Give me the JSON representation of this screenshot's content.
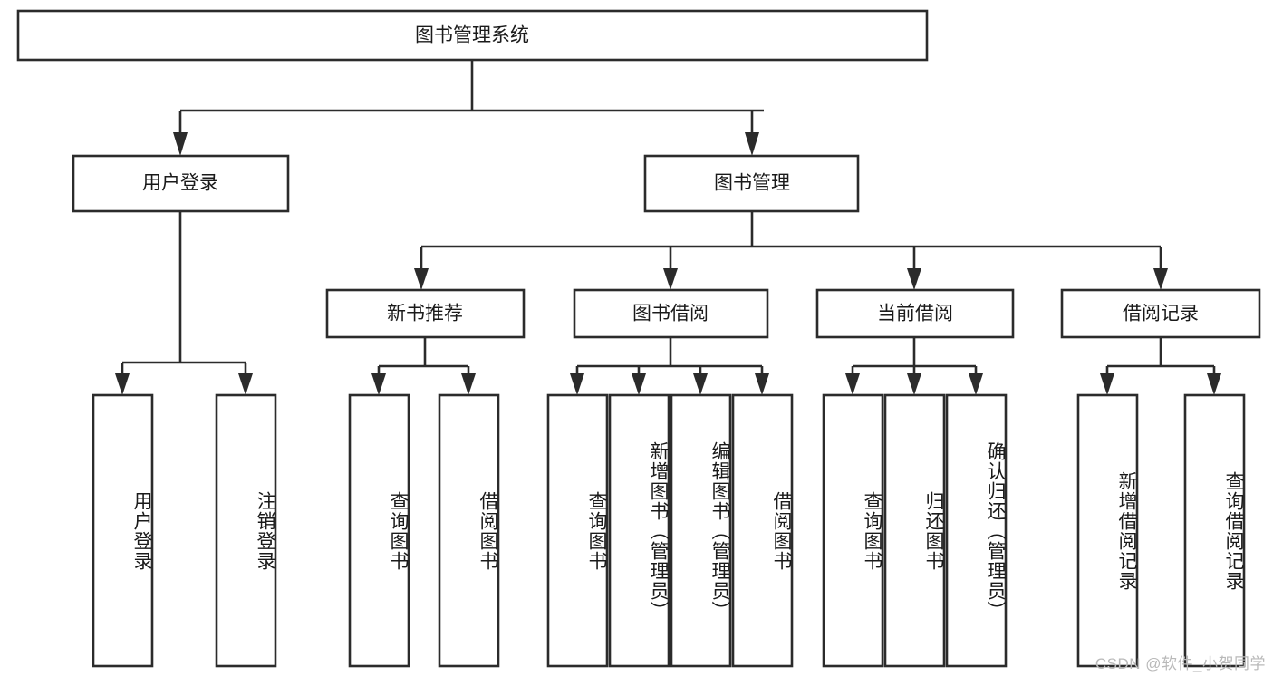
{
  "diagram": {
    "type": "hierarchy-tree",
    "title": "图书管理系统",
    "orientation": "top-down",
    "watermark": "CSDN @软件_小贺同学",
    "colors": {
      "stroke": "#2b2b2b",
      "fill": "#ffffff",
      "text": "#1a1a1a",
      "watermark": "#b9b9b9"
    },
    "root": {
      "label": "图书管理系统"
    },
    "level2": [
      {
        "label": "用户登录"
      },
      {
        "label": "图书管理"
      }
    ],
    "level3": [
      {
        "label": "新书推荐"
      },
      {
        "label": "图书借阅"
      },
      {
        "label": "当前借阅"
      },
      {
        "label": "借阅记录"
      }
    ],
    "leaves": {
      "user_login": [
        {
          "label": "用户登录"
        },
        {
          "label": "注销登录"
        }
      ],
      "new_book_recommend": [
        {
          "label": "查询图书"
        },
        {
          "label": "借阅图书"
        }
      ],
      "book_borrow": [
        {
          "label": "查询图书"
        },
        {
          "label": "新增图书（管理员）"
        },
        {
          "label": "编辑图书（管理员）"
        },
        {
          "label": "借阅图书"
        }
      ],
      "current_borrow": [
        {
          "label": "查询图书"
        },
        {
          "label": "归还图书"
        },
        {
          "label": "确认归还（管理员）"
        }
      ],
      "borrow_record": [
        {
          "label": "新增借阅记录"
        },
        {
          "label": "查询借阅记录"
        }
      ]
    }
  }
}
